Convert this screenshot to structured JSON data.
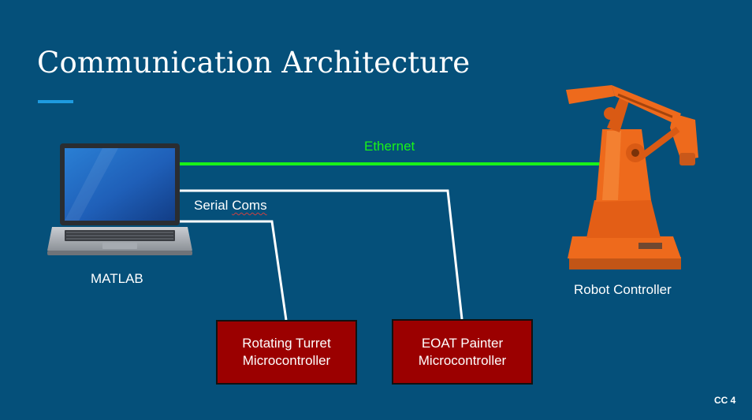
{
  "slide": {
    "title": "Communication Architecture",
    "page_number": "CC 4"
  },
  "connections": {
    "ethernet_label": "Ethernet",
    "serial_label_word1": "Serial",
    "serial_label_word2": "Coms"
  },
  "nodes": {
    "matlab_label": "MATLAB",
    "robot_label": "Robot Controller",
    "turret": {
      "line1": "Rotating Turret",
      "line2": "Microcontroller"
    },
    "painter": {
      "line1": "EOAT Painter",
      "line2": "Microcontroller"
    }
  },
  "colors": {
    "background": "#05507a",
    "accent_underline": "#1e9be0",
    "ethernet_line": "#19f219",
    "serial_line": "#ffffff",
    "box_fill": "#9b0000",
    "robot_orange": "#ee6a1c"
  },
  "icons": {
    "laptop": "laptop-icon",
    "robot": "industrial-robot-arm-icon"
  }
}
